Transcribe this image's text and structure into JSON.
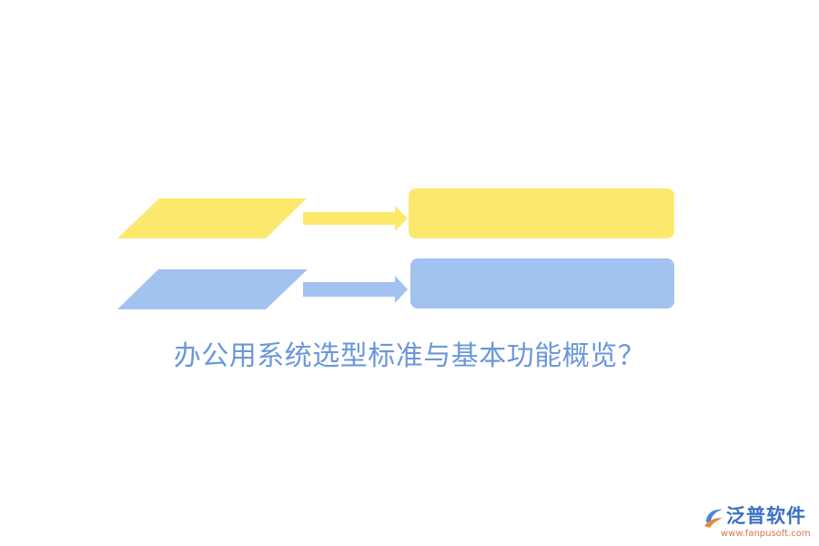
{
  "title": "办公用系统选型标准与基本功能概览？",
  "colors": {
    "yellow": "#FDE86E",
    "blue": "#A2C2EF",
    "title_text": "#6A97DB",
    "brand_text": "#3A6FC4",
    "brand_url": "#D07A4A",
    "brand_logo_blue": "#4D86D6",
    "brand_logo_orange": "#E3874A"
  },
  "brand": {
    "name": "泛普软件",
    "url": "www.fanpusoft.com",
    "logo": "fanpu-logo-icon"
  }
}
